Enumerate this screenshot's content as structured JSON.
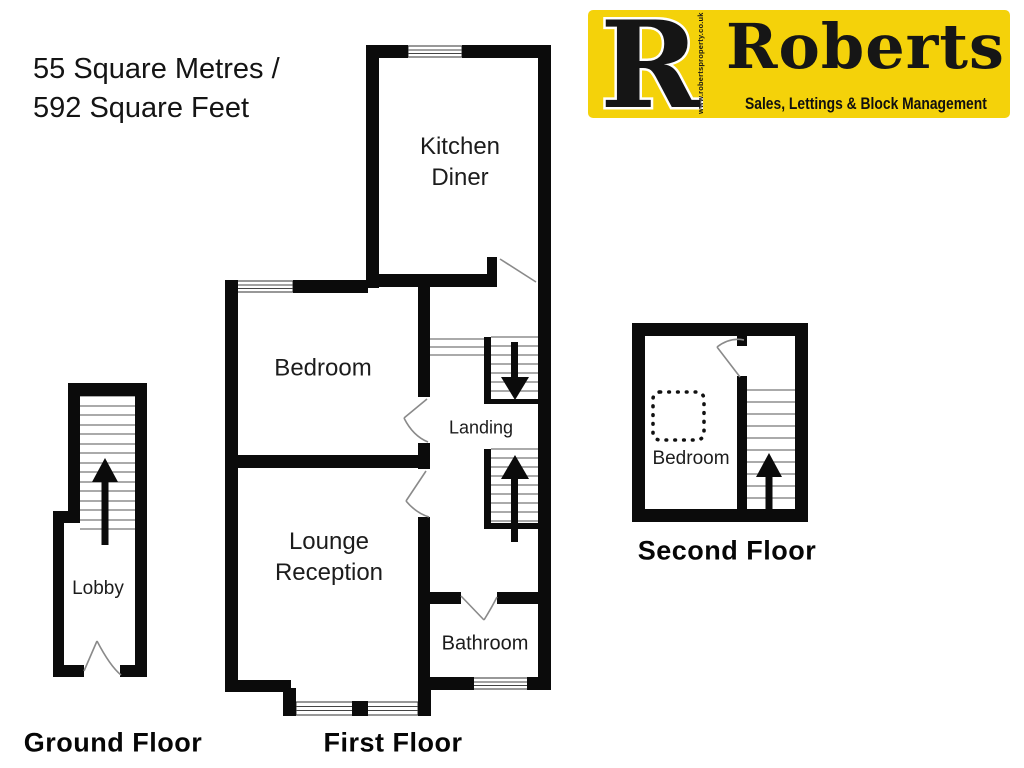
{
  "title": {
    "line1": "55 Square Metres /",
    "line2": "592 Square Feet"
  },
  "logo": {
    "letter": "R",
    "brand": "Roberts",
    "tagline": "Sales, Lettings & Block Management",
    "vertical_url": "www.robertsproperty.co.uk",
    "colors": {
      "background": "#F4D20A",
      "text": "#141414",
      "outline": "#FFFFFF"
    }
  },
  "floorplan": {
    "wall_color": "#0B0B0B",
    "tread_color": "#777777",
    "door_color": "#8A8A8A",
    "ground": {
      "caption": "Ground Floor",
      "lobby": "Lobby"
    },
    "first": {
      "caption": "First Floor",
      "kitchen_line1": "Kitchen",
      "kitchen_line2": "Diner",
      "bedroom": "Bedroom",
      "landing": "Landing",
      "lounge_line1": "Lounge",
      "lounge_line2": "Reception",
      "bathroom": "Bathroom"
    },
    "second": {
      "caption": "Second Floor",
      "bedroom": "Bedroom"
    }
  }
}
